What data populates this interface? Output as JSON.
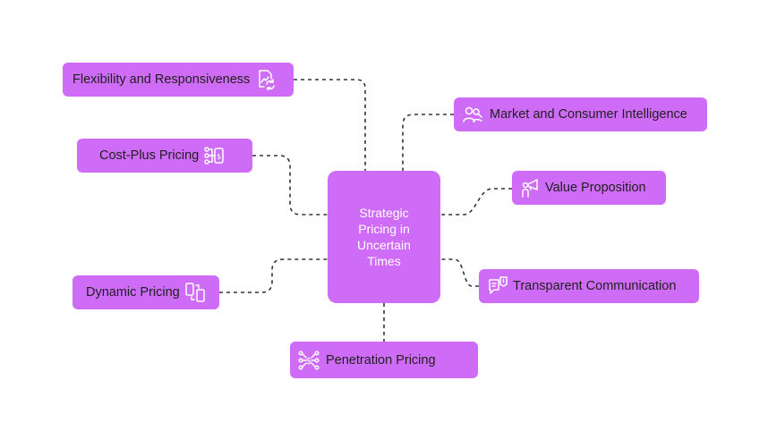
{
  "center": {
    "label": "Strategic Pricing in Uncertain Times"
  },
  "nodes": {
    "flexibility": {
      "label": "Flexibility and Responsiveness",
      "icon": "chart-refresh-icon"
    },
    "market": {
      "label": "Market and Consumer Intelligence",
      "icon": "people-search-icon"
    },
    "cost_plus": {
      "label": "Cost-Plus Pricing",
      "icon": "cost-flow-icon"
    },
    "value": {
      "label": "Value Proposition",
      "icon": "megaphone-person-icon"
    },
    "dynamic": {
      "label": "Dynamic Pricing",
      "icon": "devices-sync-icon"
    },
    "transparent": {
      "label": "Transparent Communication",
      "icon": "chat-alert-icon"
    },
    "penetration": {
      "label": "Penetration Pricing",
      "icon": "network-dollar-icon"
    }
  },
  "colors": {
    "node": "#cf6cf7",
    "text": "#1f1f1f",
    "center_text": "#ffffff",
    "line": "#333333"
  }
}
